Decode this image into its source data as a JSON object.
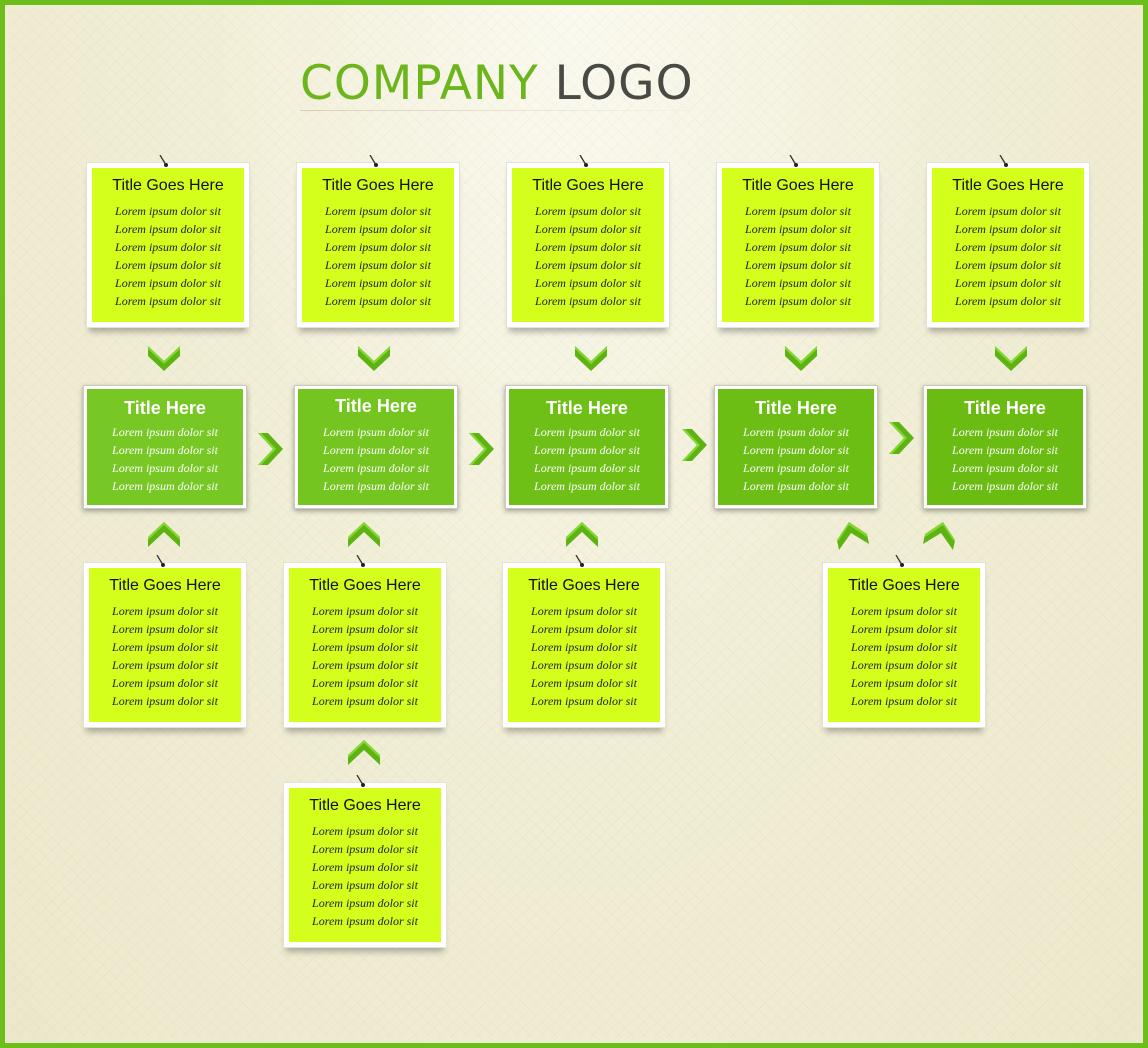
{
  "logo": {
    "part1": "COMPANY",
    "part2": "LOGO"
  },
  "colors": {
    "border": "#6cbf1a",
    "note_fill": "#d4ff1d",
    "card_fill": [
      "#78c825",
      "#74c520",
      "#6ec017",
      "#6cbe14",
      "#6abc12"
    ],
    "arrow": "#5cb312"
  },
  "top_notes": [
    {
      "title": "Title Goes Here",
      "lines": [
        "Lorem ipsum dolor sit",
        "Lorem ipsum dolor sit",
        "Lorem ipsum dolor sit",
        "Lorem ipsum dolor sit",
        "Lorem ipsum dolor sit",
        "Lorem ipsum dolor sit"
      ]
    },
    {
      "title": "Title Goes Here",
      "lines": [
        "Lorem ipsum dolor sit",
        "Lorem ipsum dolor sit",
        "Lorem ipsum dolor sit",
        "Lorem ipsum dolor sit",
        "Lorem ipsum dolor sit",
        "Lorem ipsum dolor sit"
      ]
    },
    {
      "title": "Title Goes Here",
      "lines": [
        "Lorem ipsum dolor sit",
        "Lorem ipsum dolor sit",
        "Lorem ipsum dolor sit",
        "Lorem ipsum dolor sit",
        "Lorem ipsum dolor sit",
        "Lorem ipsum dolor sit"
      ]
    },
    {
      "title": "Title Goes Here",
      "lines": [
        "Lorem ipsum dolor sit",
        "Lorem ipsum dolor sit",
        "Lorem ipsum dolor sit",
        "Lorem ipsum dolor sit",
        "Lorem ipsum dolor sit",
        "Lorem ipsum dolor sit"
      ]
    },
    {
      "title": "Title Goes Here",
      "lines": [
        "Lorem ipsum dolor sit",
        "Lorem ipsum dolor sit",
        "Lorem ipsum dolor sit",
        "Lorem ipsum dolor sit",
        "Lorem ipsum dolor sit",
        "Lorem ipsum dolor sit"
      ]
    }
  ],
  "cards": [
    {
      "title": "Title Here",
      "lines": [
        "Lorem ipsum dolor sit",
        "Lorem ipsum dolor sit",
        "Lorem ipsum dolor sit",
        "Lorem ipsum dolor sit"
      ]
    },
    {
      "title": "Title Here",
      "lines": [
        "Lorem ipsum dolor sit",
        "Lorem ipsum dolor sit",
        "Lorem ipsum dolor sit",
        "Lorem ipsum dolor sit"
      ]
    },
    {
      "title": "Title Here",
      "lines": [
        "Lorem ipsum dolor sit",
        "Lorem ipsum dolor sit",
        "Lorem ipsum dolor sit",
        "Lorem ipsum dolor sit"
      ]
    },
    {
      "title": "Title Here",
      "lines": [
        "Lorem ipsum dolor sit",
        "Lorem ipsum dolor sit",
        "Lorem ipsum dolor sit",
        "Lorem ipsum dolor sit"
      ]
    },
    {
      "title": "Title Here",
      "lines": [
        "Lorem ipsum dolor sit",
        "Lorem ipsum dolor sit",
        "Lorem ipsum dolor sit",
        "Lorem ipsum dolor sit"
      ]
    }
  ],
  "bottom_notes": [
    {
      "title": "Title Goes Here",
      "lines": [
        "Lorem ipsum dolor sit",
        "Lorem ipsum dolor sit",
        "Lorem ipsum dolor sit",
        "Lorem ipsum dolor sit",
        "Lorem ipsum dolor sit",
        "Lorem ipsum dolor sit"
      ]
    },
    {
      "title": "Title Goes Here",
      "lines": [
        "Lorem ipsum dolor sit",
        "Lorem ipsum dolor sit",
        "Lorem ipsum dolor sit",
        "Lorem ipsum dolor sit",
        "Lorem ipsum dolor sit",
        "Lorem ipsum dolor sit"
      ]
    },
    {
      "title": "Title Goes Here",
      "lines": [
        "Lorem ipsum dolor sit",
        "Lorem ipsum dolor sit",
        "Lorem ipsum dolor sit",
        "Lorem ipsum dolor sit",
        "Lorem ipsum dolor sit",
        "Lorem ipsum dolor sit"
      ]
    },
    {
      "title": "Title Goes Here",
      "lines": [
        "Lorem ipsum dolor sit",
        "Lorem ipsum dolor sit",
        "Lorem ipsum dolor sit",
        "Lorem ipsum dolor sit",
        "Lorem ipsum dolor sit",
        "Lorem ipsum dolor sit"
      ]
    }
  ],
  "extra_note": {
    "title": "Title Goes Here",
    "lines": [
      "Lorem ipsum dolor sit",
      "Lorem ipsum dolor sit",
      "Lorem ipsum dolor sit",
      "Lorem ipsum dolor sit",
      "Lorem ipsum dolor sit",
      "Lorem ipsum dolor sit"
    ]
  }
}
